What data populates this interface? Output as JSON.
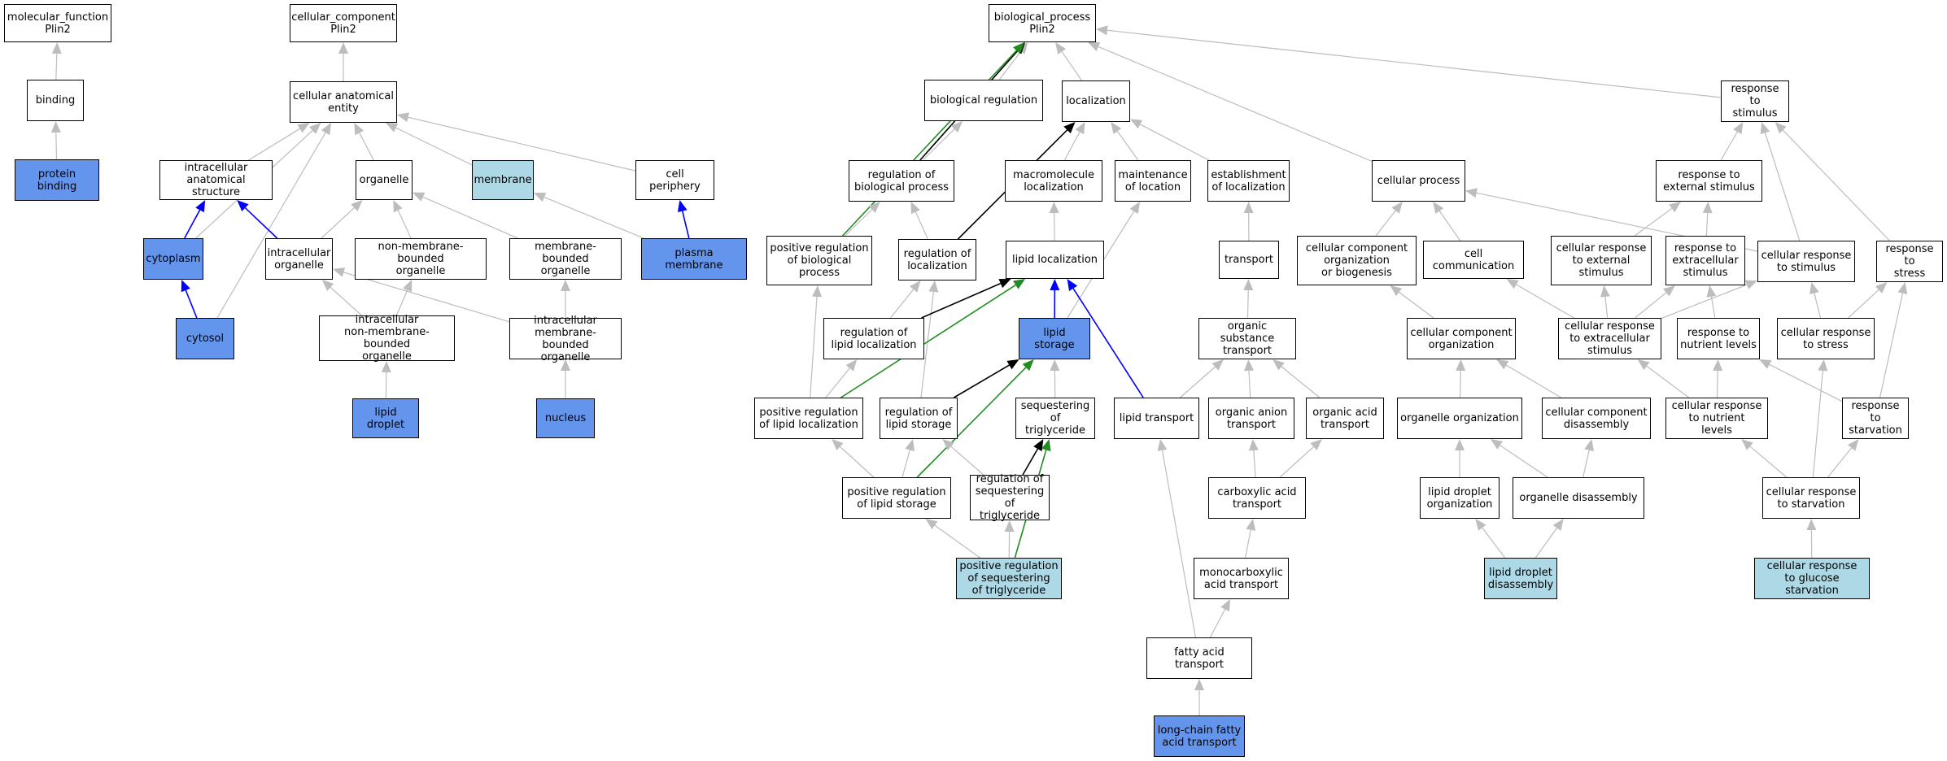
{
  "colors": {
    "white": "#ffffff",
    "highlight_light": "#add8e6",
    "highlight_strong": "#6495ed",
    "edge_gray": "#bdbdbd",
    "edge_black": "#000000",
    "edge_blue": "#0000ff",
    "edge_green": "#228b22"
  },
  "nodes": [
    {
      "id": "mf_root",
      "label": "molecular_function\nPlin2",
      "fill": "white"
    },
    {
      "id": "binding",
      "label": "binding",
      "fill": "white"
    },
    {
      "id": "protein_binding",
      "label": "protein binding",
      "fill": "highlight_strong"
    },
    {
      "id": "cc_root",
      "label": "cellular_component\nPlin2",
      "fill": "white"
    },
    {
      "id": "cae",
      "label": "cellular anatomical\nentity",
      "fill": "white"
    },
    {
      "id": "ias",
      "label": "intracellular\nanatomical structure",
      "fill": "white"
    },
    {
      "id": "organelle",
      "label": "organelle",
      "fill": "white"
    },
    {
      "id": "membrane",
      "label": "membrane",
      "fill": "highlight_light"
    },
    {
      "id": "cell_periphery",
      "label": "cell periphery",
      "fill": "white"
    },
    {
      "id": "cytoplasm",
      "label": "cytoplasm",
      "fill": "highlight_strong"
    },
    {
      "id": "io",
      "label": "intracellular\norganelle",
      "fill": "white"
    },
    {
      "id": "nmbo",
      "label": "non-membrane-bounded\norganelle",
      "fill": "white"
    },
    {
      "id": "mbo",
      "label": "membrane-bounded\norganelle",
      "fill": "white"
    },
    {
      "id": "plasma_membrane",
      "label": "plasma membrane",
      "fill": "highlight_strong"
    },
    {
      "id": "cytosol",
      "label": "cytosol",
      "fill": "highlight_strong"
    },
    {
      "id": "inmbo",
      "label": "intracellular\nnon-membrane-bounded\norganelle",
      "fill": "white"
    },
    {
      "id": "imbo",
      "label": "intracellular\nmembrane-bounded\norganelle",
      "fill": "white"
    },
    {
      "id": "lipid_droplet",
      "label": "lipid droplet",
      "fill": "highlight_strong"
    },
    {
      "id": "nucleus",
      "label": "nucleus",
      "fill": "highlight_strong"
    },
    {
      "id": "bp_root",
      "label": "biological_process\nPlin2",
      "fill": "white"
    },
    {
      "id": "bio_reg",
      "label": "biological regulation",
      "fill": "white"
    },
    {
      "id": "localization",
      "label": "localization",
      "fill": "white"
    },
    {
      "id": "resp_stim",
      "label": "response to\nstimulus",
      "fill": "white"
    },
    {
      "id": "reg_bp",
      "label": "regulation of\nbiological process",
      "fill": "white"
    },
    {
      "id": "macro_loc",
      "label": "macromolecule\nlocalization",
      "fill": "white"
    },
    {
      "id": "maint_loc",
      "label": "maintenance\nof location",
      "fill": "white"
    },
    {
      "id": "estab_loc",
      "label": "establishment\nof localization",
      "fill": "white"
    },
    {
      "id": "cell_proc",
      "label": "cellular process",
      "fill": "white"
    },
    {
      "id": "resp_ext",
      "label": "response to\nexternal stimulus",
      "fill": "white"
    },
    {
      "id": "pos_reg_bp",
      "label": "positive regulation\nof biological\nprocess",
      "fill": "white"
    },
    {
      "id": "reg_loc",
      "label": "regulation of\nlocalization",
      "fill": "white"
    },
    {
      "id": "lipid_loc",
      "label": "lipid localization",
      "fill": "white"
    },
    {
      "id": "transport",
      "label": "transport",
      "fill": "white"
    },
    {
      "id": "ccob",
      "label": "cellular component\norganization\nor biogenesis",
      "fill": "white"
    },
    {
      "id": "cell_comm",
      "label": "cell communication",
      "fill": "white"
    },
    {
      "id": "cr_ext",
      "label": "cellular response\nto external\nstimulus",
      "fill": "white"
    },
    {
      "id": "resp_extra",
      "label": "response to\nextracellular\nstimulus",
      "fill": "white"
    },
    {
      "id": "cr_stim",
      "label": "cellular response\nto stimulus",
      "fill": "white"
    },
    {
      "id": "resp_stress",
      "label": "response to\nstress",
      "fill": "white"
    },
    {
      "id": "reg_lipid_loc",
      "label": "regulation of\nlipid localization",
      "fill": "white"
    },
    {
      "id": "lipid_storage",
      "label": "lipid storage",
      "fill": "highlight_strong"
    },
    {
      "id": "ost",
      "label": "organic substance\ntransport",
      "fill": "white"
    },
    {
      "id": "cco",
      "label": "cellular component\norganization",
      "fill": "white"
    },
    {
      "id": "cr_extra",
      "label": "cellular response\nto extracellular\nstimulus",
      "fill": "white"
    },
    {
      "id": "resp_nutr",
      "label": "response to\nnutrient levels",
      "fill": "white"
    },
    {
      "id": "cr_stress",
      "label": "cellular response\nto stress",
      "fill": "white"
    },
    {
      "id": "pos_reg_lipid_loc",
      "label": "positive regulation\nof lipid localization",
      "fill": "white"
    },
    {
      "id": "reg_lipid_storage",
      "label": "regulation of\nlipid storage",
      "fill": "white"
    },
    {
      "id": "seq_trig",
      "label": "sequestering\nof triglyceride",
      "fill": "white"
    },
    {
      "id": "lipid_transport",
      "label": "lipid transport",
      "fill": "white"
    },
    {
      "id": "org_anion",
      "label": "organic anion\ntransport",
      "fill": "white"
    },
    {
      "id": "org_acid",
      "label": "organic acid\ntransport",
      "fill": "white"
    },
    {
      "id": "organelle_org",
      "label": "organelle organization",
      "fill": "white"
    },
    {
      "id": "ccd",
      "label": "cellular component\ndisassembly",
      "fill": "white"
    },
    {
      "id": "cr_nutr",
      "label": "cellular response\nto nutrient\nlevels",
      "fill": "white"
    },
    {
      "id": "resp_starv",
      "label": "response to\nstarvation",
      "fill": "white"
    },
    {
      "id": "pos_reg_lipid_storage",
      "label": "positive regulation\nof lipid storage",
      "fill": "white"
    },
    {
      "id": "reg_seq_trig",
      "label": "regulation of\nsequestering\nof triglyceride",
      "fill": "white"
    },
    {
      "id": "carb_acid",
      "label": "carboxylic acid\ntransport",
      "fill": "white"
    },
    {
      "id": "ld_org",
      "label": "lipid droplet\norganization",
      "fill": "white"
    },
    {
      "id": "org_dis",
      "label": "organelle disassembly",
      "fill": "white"
    },
    {
      "id": "cr_starv",
      "label": "cellular response\nto starvation",
      "fill": "white"
    },
    {
      "id": "pos_reg_seq_trig",
      "label": "positive regulation\nof sequestering\nof triglyceride",
      "fill": "highlight_light"
    },
    {
      "id": "monocarb",
      "label": "monocarboxylic\nacid transport",
      "fill": "white"
    },
    {
      "id": "ld_dis",
      "label": "lipid droplet\ndisassembly",
      "fill": "highlight_light"
    },
    {
      "id": "cr_glucose",
      "label": "cellular response\nto glucose starvation",
      "fill": "highlight_light"
    },
    {
      "id": "fa_transport",
      "label": "fatty acid transport",
      "fill": "white"
    },
    {
      "id": "lcfa_transport",
      "label": "long-chain fatty\nacid transport",
      "fill": "highlight_strong"
    }
  ],
  "edges": [
    {
      "from": "binding",
      "to": "mf_root",
      "color": "edge_gray"
    },
    {
      "from": "protein_binding",
      "to": "binding",
      "color": "edge_gray"
    },
    {
      "from": "cae",
      "to": "cc_root",
      "color": "edge_gray"
    },
    {
      "from": "ias",
      "to": "cae",
      "color": "edge_gray"
    },
    {
      "from": "organelle",
      "to": "cae",
      "color": "edge_gray"
    },
    {
      "from": "membrane",
      "to": "cae",
      "color": "edge_gray"
    },
    {
      "from": "cell_periphery",
      "to": "cae",
      "color": "edge_gray"
    },
    {
      "from": "cytoplasm",
      "to": "cae",
      "color": "edge_gray"
    },
    {
      "from": "cytosol",
      "to": "cae",
      "color": "edge_gray"
    },
    {
      "from": "cytoplasm",
      "to": "ias",
      "color": "edge_blue"
    },
    {
      "from": "io",
      "to": "ias",
      "color": "edge_blue"
    },
    {
      "from": "io",
      "to": "organelle",
      "color": "edge_gray"
    },
    {
      "from": "nmbo",
      "to": "organelle",
      "color": "edge_gray"
    },
    {
      "from": "mbo",
      "to": "organelle",
      "color": "edge_gray"
    },
    {
      "from": "plasma_membrane",
      "to": "membrane",
      "color": "edge_gray"
    },
    {
      "from": "plasma_membrane",
      "to": "cell_periphery",
      "color": "edge_blue"
    },
    {
      "from": "cytosol",
      "to": "cytoplasm",
      "color": "edge_blue"
    },
    {
      "from": "inmbo",
      "to": "io",
      "color": "edge_gray"
    },
    {
      "from": "inmbo",
      "to": "nmbo",
      "color": "edge_gray"
    },
    {
      "from": "imbo",
      "to": "io",
      "color": "edge_gray"
    },
    {
      "from": "imbo",
      "to": "mbo",
      "color": "edge_gray"
    },
    {
      "from": "lipid_droplet",
      "to": "inmbo",
      "color": "edge_gray"
    },
    {
      "from": "nucleus",
      "to": "imbo",
      "color": "edge_gray"
    },
    {
      "from": "bio_reg",
      "to": "bp_root",
      "color": "edge_gray"
    },
    {
      "from": "localization",
      "to": "bp_root",
      "color": "edge_gray"
    },
    {
      "from": "resp_stim",
      "to": "bp_root",
      "color": "edge_gray"
    },
    {
      "from": "cell_proc",
      "to": "bp_root",
      "color": "edge_gray"
    },
    {
      "from": "reg_bp",
      "to": "bp_root",
      "color": "edge_black"
    },
    {
      "from": "pos_reg_bp",
      "to": "bp_root",
      "color": "edge_green"
    },
    {
      "from": "reg_bp",
      "to": "bio_reg",
      "color": "edge_gray"
    },
    {
      "from": "macro_loc",
      "to": "localization",
      "color": "edge_gray"
    },
    {
      "from": "maint_loc",
      "to": "localization",
      "color": "edge_gray"
    },
    {
      "from": "estab_loc",
      "to": "localization",
      "color": "edge_gray"
    },
    {
      "from": "reg_loc",
      "to": "localization",
      "color": "edge_black"
    },
    {
      "from": "resp_ext",
      "to": "resp_stim",
      "color": "edge_gray"
    },
    {
      "from": "cr_stim",
      "to": "resp_stim",
      "color": "edge_gray"
    },
    {
      "from": "resp_stress",
      "to": "resp_stim",
      "color": "edge_gray"
    },
    {
      "from": "pos_reg_bp",
      "to": "reg_bp",
      "color": "edge_gray"
    },
    {
      "from": "reg_loc",
      "to": "reg_bp",
      "color": "edge_gray"
    },
    {
      "from": "lipid_loc",
      "to": "macro_loc",
      "color": "edge_gray"
    },
    {
      "from": "lipid_storage",
      "to": "maint_loc",
      "color": "edge_gray"
    },
    {
      "from": "transport",
      "to": "estab_loc",
      "color": "edge_gray"
    },
    {
      "from": "ccob",
      "to": "cell_proc",
      "color": "edge_gray"
    },
    {
      "from": "cell_comm",
      "to": "cell_proc",
      "color": "edge_gray"
    },
    {
      "from": "cr_stim",
      "to": "cell_proc",
      "color": "edge_gray"
    },
    {
      "from": "cr_ext",
      "to": "resp_ext",
      "color": "edge_gray"
    },
    {
      "from": "resp_extra",
      "to": "resp_ext",
      "color": "edge_gray"
    },
    {
      "from": "pos_reg_lipid_loc",
      "to": "pos_reg_bp",
      "color": "edge_gray"
    },
    {
      "from": "reg_lipid_loc",
      "to": "reg_loc",
      "color": "edge_gray"
    },
    {
      "from": "reg_lipid_storage",
      "to": "reg_loc",
      "color": "edge_gray"
    },
    {
      "from": "reg_lipid_loc",
      "to": "lipid_loc",
      "color": "edge_black"
    },
    {
      "from": "pos_reg_lipid_loc",
      "to": "lipid_loc",
      "color": "edge_green"
    },
    {
      "from": "lipid_storage",
      "to": "lipid_loc",
      "color": "edge_blue"
    },
    {
      "from": "lipid_transport",
      "to": "lipid_loc",
      "color": "edge_blue"
    },
    {
      "from": "ost",
      "to": "transport",
      "color": "edge_gray"
    },
    {
      "from": "cco",
      "to": "ccob",
      "color": "edge_gray"
    },
    {
      "from": "cr_extra",
      "to": "cell_comm",
      "color": "edge_gray"
    },
    {
      "from": "cr_extra",
      "to": "cr_ext",
      "color": "edge_gray"
    },
    {
      "from": "cr_extra",
      "to": "resp_extra",
      "color": "edge_gray"
    },
    {
      "from": "cr_extra",
      "to": "cr_stim",
      "color": "edge_gray"
    },
    {
      "from": "resp_nutr",
      "to": "resp_extra",
      "color": "edge_gray"
    },
    {
      "from": "cr_stress",
      "to": "cr_stim",
      "color": "edge_gray"
    },
    {
      "from": "cr_stress",
      "to": "resp_stress",
      "color": "edge_gray"
    },
    {
      "from": "resp_starv",
      "to": "resp_stress",
      "color": "edge_gray"
    },
    {
      "from": "pos_reg_lipid_loc",
      "to": "reg_lipid_loc",
      "color": "edge_gray"
    },
    {
      "from": "reg_lipid_storage",
      "to": "lipid_storage",
      "color": "edge_black"
    },
    {
      "from": "seq_trig",
      "to": "lipid_storage",
      "color": "edge_gray"
    },
    {
      "from": "pos_reg_lipid_storage",
      "to": "lipid_storage",
      "color": "edge_green"
    },
    {
      "from": "lipid_transport",
      "to": "ost",
      "color": "edge_gray"
    },
    {
      "from": "org_anion",
      "to": "ost",
      "color": "edge_gray"
    },
    {
      "from": "org_acid",
      "to": "ost",
      "color": "edge_gray"
    },
    {
      "from": "organelle_org",
      "to": "cco",
      "color": "edge_gray"
    },
    {
      "from": "ccd",
      "to": "cco",
      "color": "edge_gray"
    },
    {
      "from": "cr_nutr",
      "to": "cr_extra",
      "color": "edge_gray"
    },
    {
      "from": "cr_nutr",
      "to": "resp_nutr",
      "color": "edge_gray"
    },
    {
      "from": "resp_starv",
      "to": "resp_nutr",
      "color": "edge_gray"
    },
    {
      "from": "cr_starv",
      "to": "cr_stress",
      "color": "edge_gray"
    },
    {
      "from": "pos_reg_lipid_storage",
      "to": "pos_reg_lipid_loc",
      "color": "edge_gray"
    },
    {
      "from": "pos_reg_lipid_storage",
      "to": "reg_lipid_storage",
      "color": "edge_gray"
    },
    {
      "from": "reg_seq_trig",
      "to": "reg_lipid_storage",
      "color": "edge_gray"
    },
    {
      "from": "reg_seq_trig",
      "to": "seq_trig",
      "color": "edge_black"
    },
    {
      "from": "pos_reg_seq_trig",
      "to": "seq_trig",
      "color": "edge_green"
    },
    {
      "from": "carb_acid",
      "to": "org_anion",
      "color": "edge_gray"
    },
    {
      "from": "carb_acid",
      "to": "org_acid",
      "color": "edge_gray"
    },
    {
      "from": "ld_org",
      "to": "organelle_org",
      "color": "edge_gray"
    },
    {
      "from": "org_dis",
      "to": "organelle_org",
      "color": "edge_gray"
    },
    {
      "from": "org_dis",
      "to": "ccd",
      "color": "edge_gray"
    },
    {
      "from": "cr_starv",
      "to": "cr_nutr",
      "color": "edge_gray"
    },
    {
      "from": "cr_starv",
      "to": "resp_starv",
      "color": "edge_gray"
    },
    {
      "from": "pos_reg_seq_trig",
      "to": "pos_reg_lipid_storage",
      "color": "edge_gray"
    },
    {
      "from": "pos_reg_seq_trig",
      "to": "reg_seq_trig",
      "color": "edge_gray"
    },
    {
      "from": "monocarb",
      "to": "carb_acid",
      "color": "edge_gray"
    },
    {
      "from": "ld_dis",
      "to": "ld_org",
      "color": "edge_gray"
    },
    {
      "from": "ld_dis",
      "to": "org_dis",
      "color": "edge_gray"
    },
    {
      "from": "cr_glucose",
      "to": "cr_starv",
      "color": "edge_gray"
    },
    {
      "from": "fa_transport",
      "to": "lipid_transport",
      "color": "edge_gray"
    },
    {
      "from": "fa_transport",
      "to": "monocarb",
      "color": "edge_gray"
    },
    {
      "from": "lcfa_transport",
      "to": "fa_transport",
      "color": "edge_gray"
    }
  ]
}
